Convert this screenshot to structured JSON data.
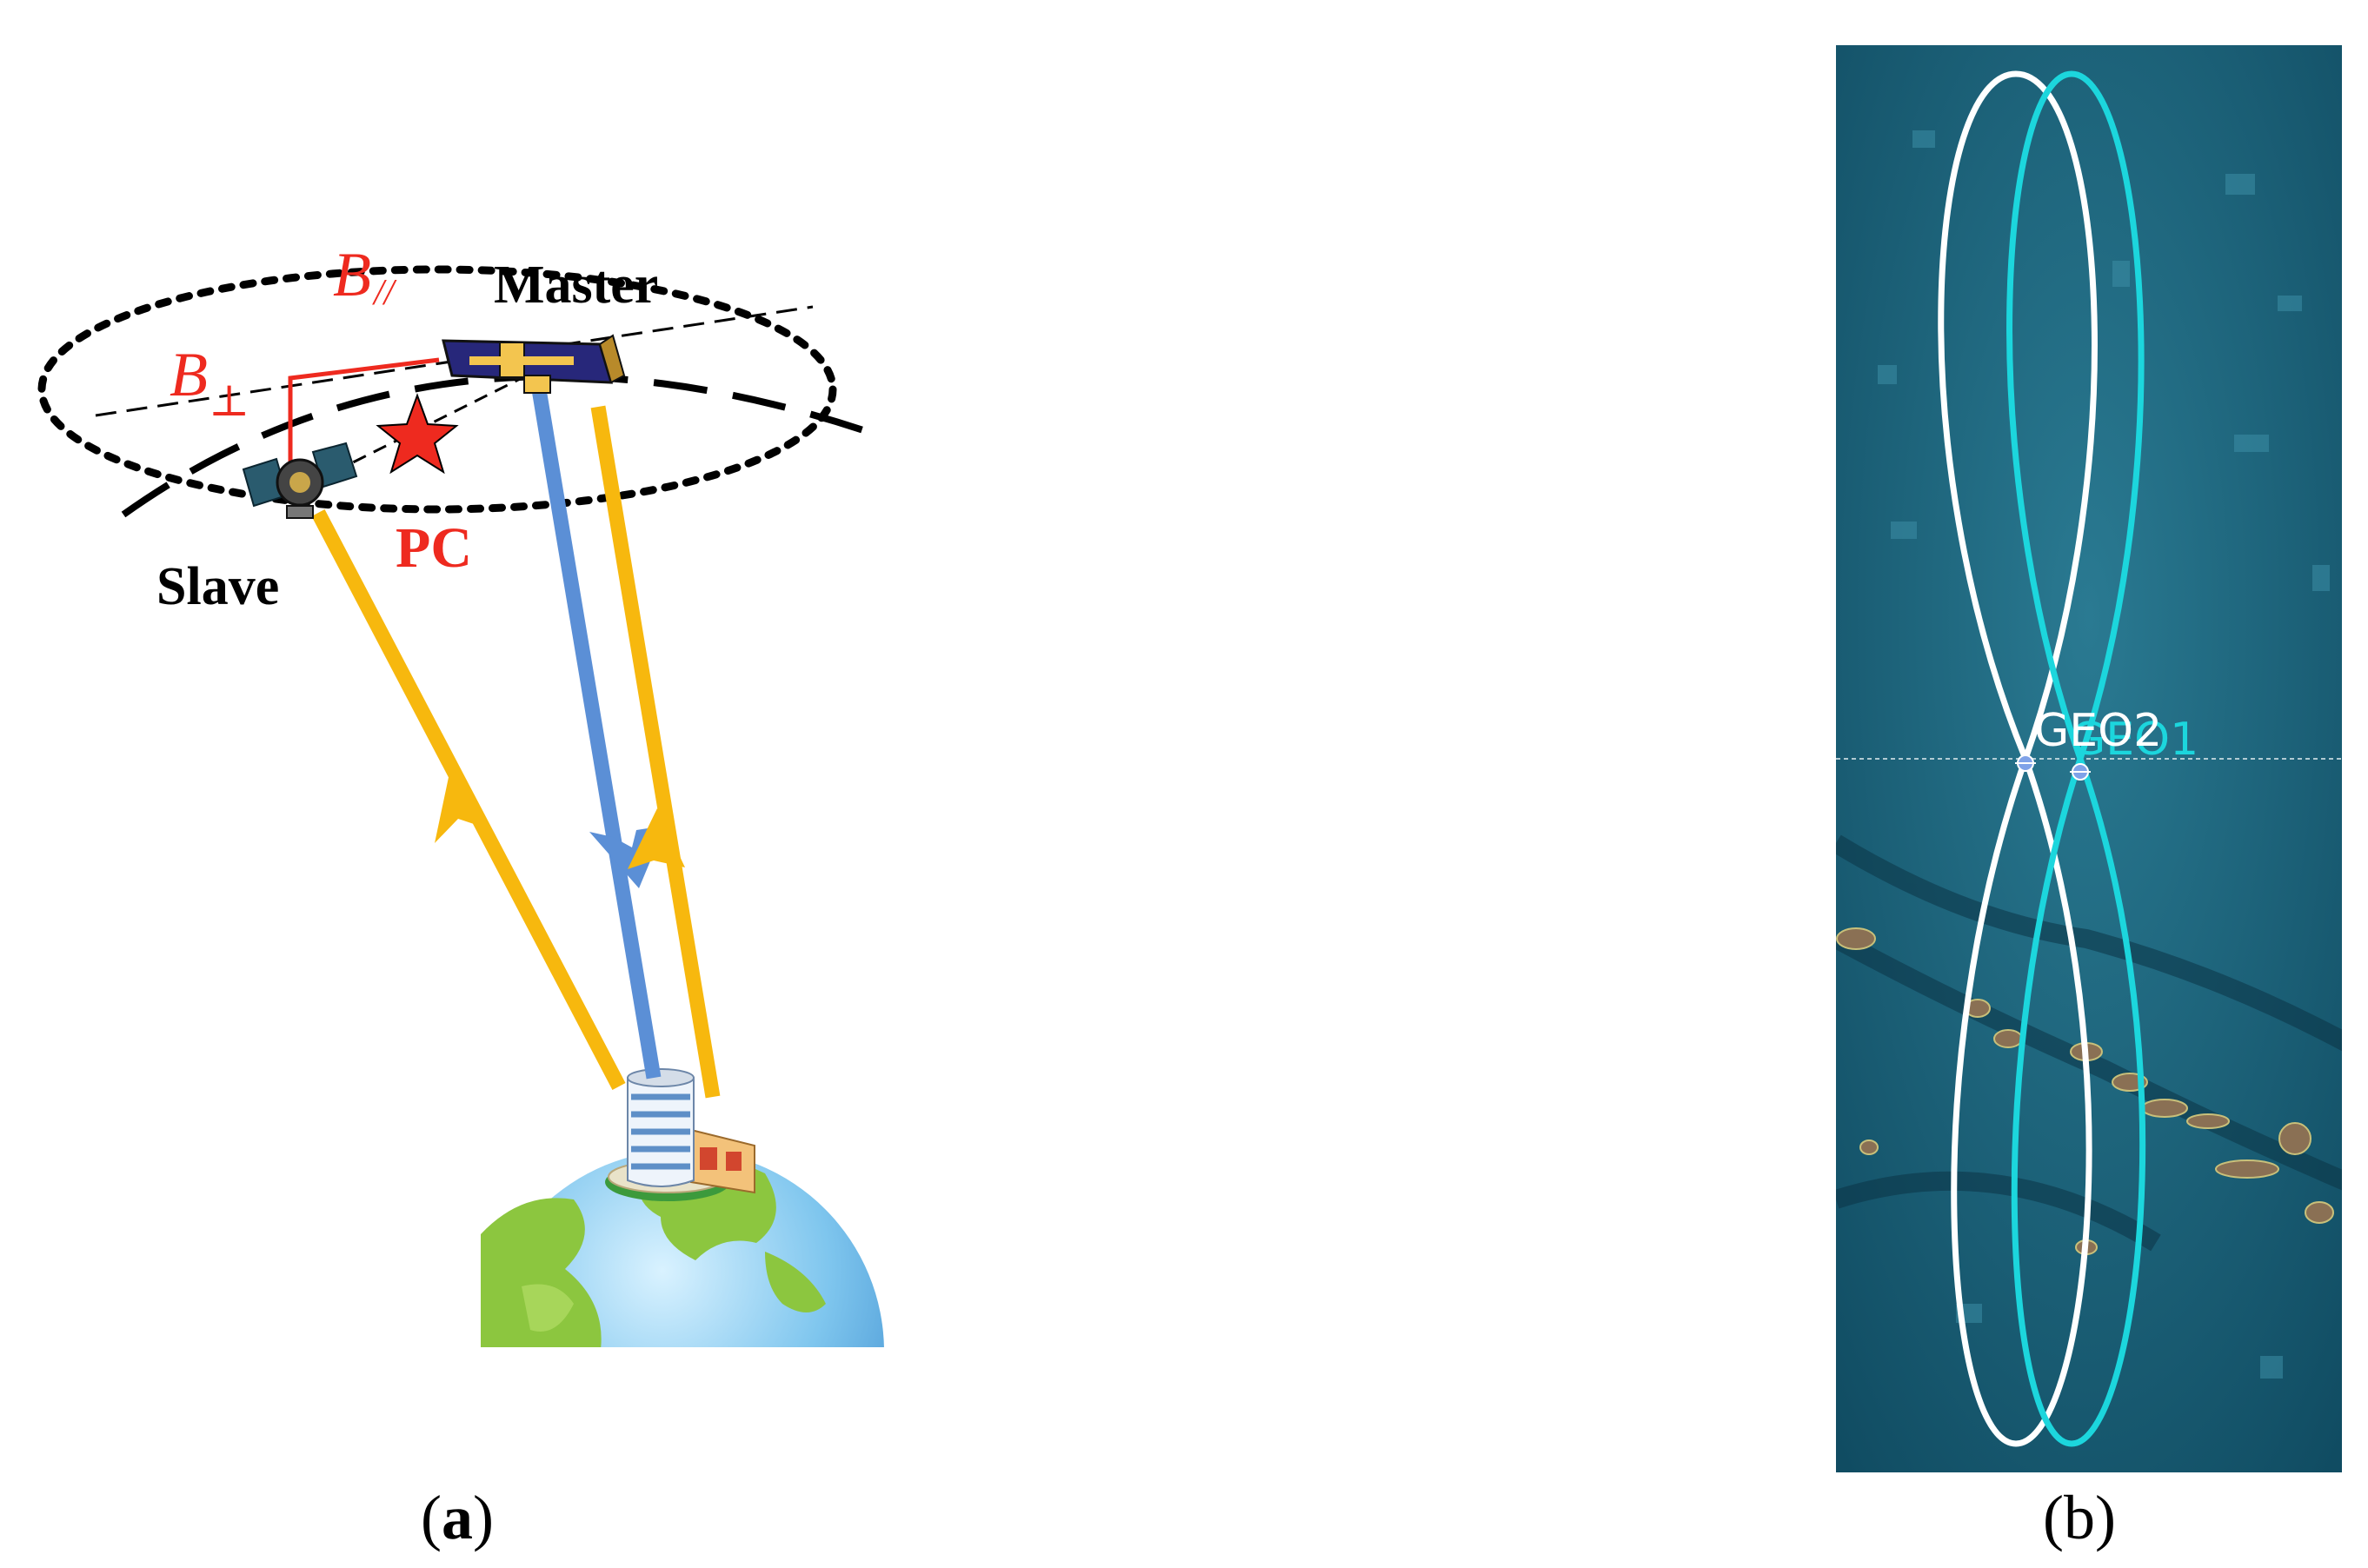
{
  "panel_a": {
    "caption": "(a)",
    "caption_letter": "a",
    "label_master": "Master",
    "label_slave": "Slave",
    "label_pc": "PC",
    "label_b_parallel": "//",
    "label_b_perp": "⊥",
    "label_b": "B"
  },
  "panel_b": {
    "caption": "(b)",
    "caption_letter": "b",
    "label_geo2": "GEO2",
    "label_geo1": "GEO1"
  },
  "colors": {
    "red": "#ee2a1f",
    "orange_ray": "#f7b80e",
    "blue_ray": "#5b8fd6",
    "ocean": "#1a5f78",
    "track_white": "#ffffff",
    "track_cyan": "#1cd6dd"
  }
}
